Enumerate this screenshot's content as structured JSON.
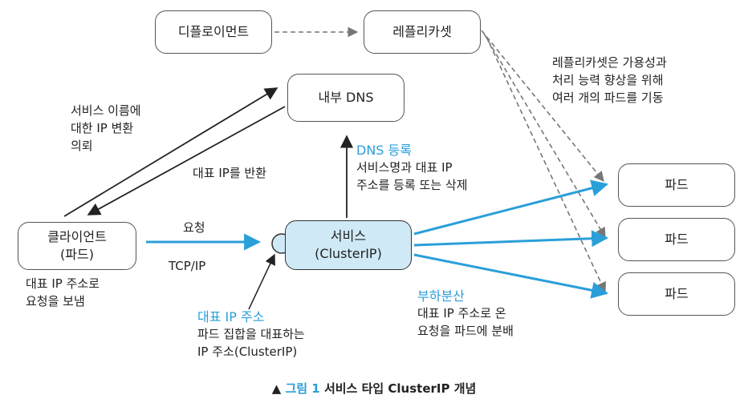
{
  "nodes": {
    "deployment": "디플로이먼트",
    "replicaset": "레플리카셋",
    "internal_dns": "내부 DNS",
    "client_line1": "클라이언트",
    "client_line2": "(파드)",
    "service_line1": "서비스",
    "service_line2": "(ClusterIP)",
    "pod1": "파드",
    "pod2": "파드",
    "pod3": "파드"
  },
  "labels": {
    "replicaset_note": [
      "레플리카셋은 가용성과",
      "처리 능력 향상을 위해",
      "여러 개의 파드를 기동"
    ],
    "dns_query": [
      "서비스 이름에",
      "대한 IP 변환",
      "의뢰"
    ],
    "dns_return": "대표 IP를 반환",
    "dns_register_title": "DNS 등록",
    "dns_register_desc": [
      "서비스명과 대표 IP",
      "주소를 등록 또는 삭제"
    ],
    "request": "요청",
    "tcpip": "TCP/IP",
    "client_note": [
      "대표 IP 주소로",
      "요청을 보냄"
    ],
    "rep_ip_title": "대표 IP 주소",
    "rep_ip_desc": [
      "파드 집합을 대표하는",
      "IP 주소(ClusterIP)"
    ],
    "lb_title": "부하분산",
    "lb_desc": [
      "대표 IP 주소로 온",
      "요청을 파드에 분배"
    ]
  },
  "caption": {
    "prefix": "▲ ",
    "num": "그림 1",
    "text": " 서비스 타입 ClusterIP 개념"
  },
  "colors": {
    "accent": "#2a9fd8",
    "service_fill": "#cfe9f7"
  }
}
